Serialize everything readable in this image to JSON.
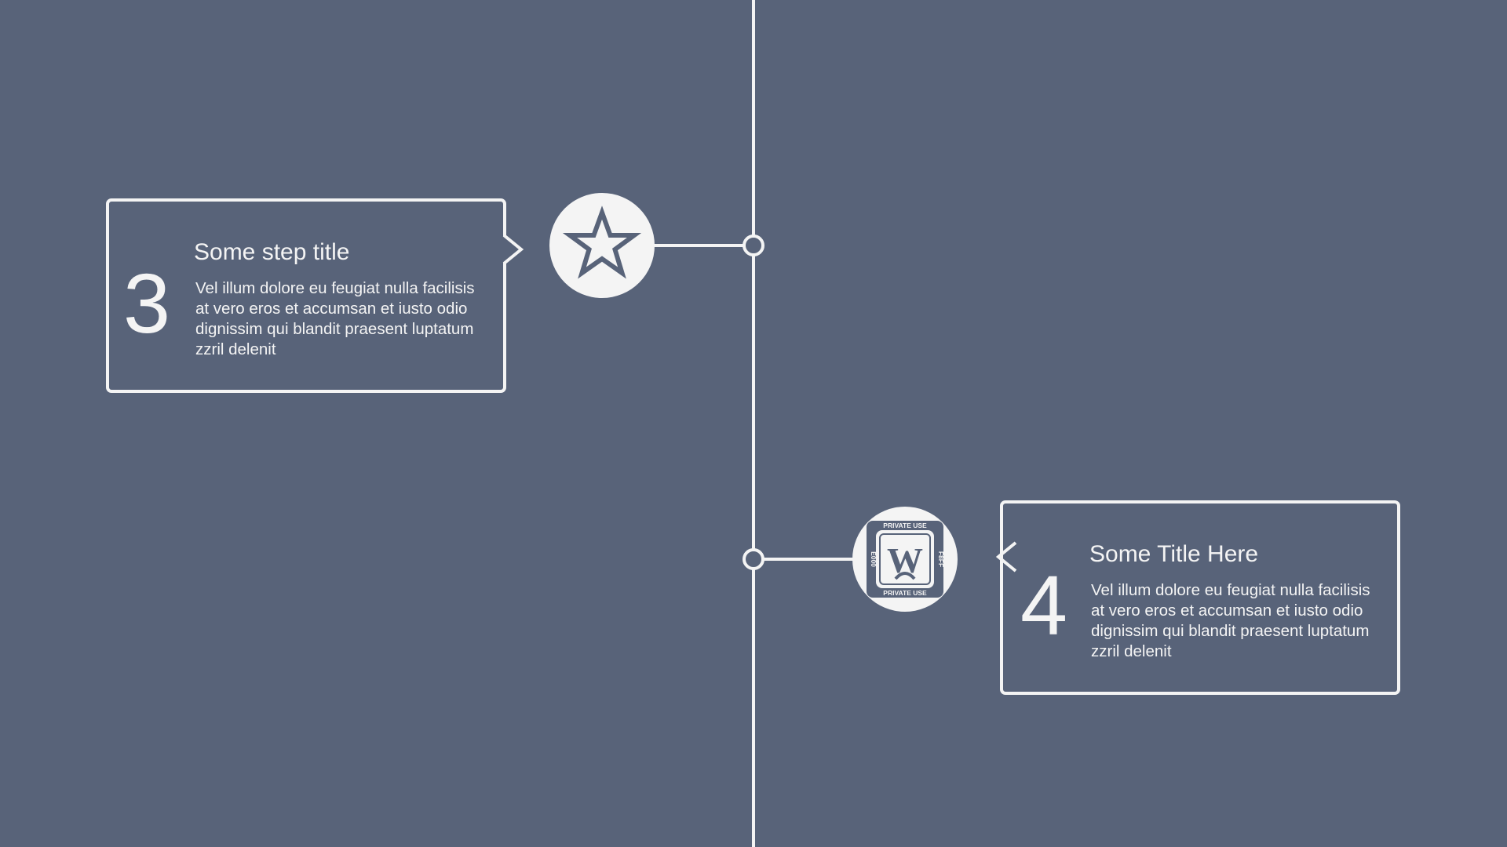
{
  "colors": {
    "background": "#586379",
    "foreground": "#f4f4f4"
  },
  "steps": [
    {
      "number": "3",
      "title": "Some step title",
      "body": "Vel illum dolore eu feugiat nulla facilisis at vero eros et accumsan et iusto odio dignissim qui blandit praesent luptatum zzril delenit",
      "icon": "star-outline-icon",
      "side": "left"
    },
    {
      "number": "4",
      "title": "Some Title Here",
      "body": "Vel illum dolore eu feugiat nulla facilisis at vero eros et accumsan et iusto odio dignissim qui blandit praesent luptatum zzril delenit",
      "icon": "private-use-glyph-icon",
      "icon_text": {
        "top": "PRIVATE USE",
        "bottom": "PRIVATE USE",
        "left": "E000",
        "right": "F8FF",
        "glyph": "W"
      },
      "side": "right"
    }
  ]
}
